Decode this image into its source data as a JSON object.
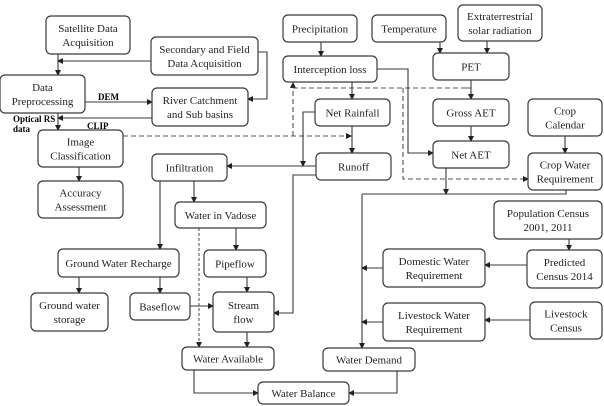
{
  "nodes": {
    "satellite": {
      "lines": [
        "Satellite Data",
        "Acquisition"
      ]
    },
    "secondary": {
      "lines": [
        "Secondary and Field",
        "Data Acquisition"
      ]
    },
    "preprocessing": {
      "lines": [
        "Data",
        "Preprocessing"
      ]
    },
    "river": {
      "lines": [
        "River Catchment",
        "and Sub basins"
      ]
    },
    "classification": {
      "lines": [
        "Image",
        "Classification"
      ]
    },
    "accuracy": {
      "lines": [
        "Accuracy",
        "Assessment"
      ]
    },
    "precipitation": {
      "lines": [
        "Precipitation"
      ]
    },
    "temperature": {
      "lines": [
        "Temperature"
      ]
    },
    "solar": {
      "lines": [
        "Extraterrestrial",
        "solar radiation"
      ]
    },
    "interception": {
      "lines": [
        "Interception loss"
      ]
    },
    "pet": {
      "lines": [
        "PET"
      ]
    },
    "net_rainfall": {
      "lines": [
        "Net Rainfall"
      ]
    },
    "gross_aet": {
      "lines": [
        "Gross AET"
      ]
    },
    "crop_calendar": {
      "lines": [
        "Crop",
        "Calendar"
      ]
    },
    "runoff": {
      "lines": [
        "Runoff"
      ]
    },
    "net_aet": {
      "lines": [
        "Net AET"
      ]
    },
    "crop_water": {
      "lines": [
        "Crop Water",
        "Requirement"
      ]
    },
    "infiltration": {
      "lines": [
        "Infiltration"
      ]
    },
    "vadose": {
      "lines": [
        "Water in Vadose"
      ]
    },
    "gw_recharge": {
      "lines": [
        "Ground Water Recharge"
      ]
    },
    "pipeflow": {
      "lines": [
        "Pipeflow"
      ]
    },
    "gw_storage": {
      "lines": [
        "Ground water",
        "storage"
      ]
    },
    "baseflow": {
      "lines": [
        "Baseflow"
      ]
    },
    "streamflow": {
      "lines": [
        "Stream",
        "flow"
      ]
    },
    "water_available": {
      "lines": [
        "Water Available"
      ]
    },
    "water_demand": {
      "lines": [
        "Water Demand"
      ]
    },
    "water_balance": {
      "lines": [
        "Water Balance"
      ]
    },
    "pop_census": {
      "lines": [
        "Population Census",
        "2001, 2011"
      ]
    },
    "predicted_census": {
      "lines": [
        "Predicted",
        "Census 2014"
      ]
    },
    "domestic": {
      "lines": [
        "Domestic Water",
        "Requirement"
      ]
    },
    "livestock_req": {
      "lines": [
        "Livestock Water",
        "Requirement"
      ]
    },
    "livestock_census": {
      "lines": [
        "Livestock",
        "Census"
      ]
    }
  },
  "edge_labels": {
    "dem": "DEM",
    "clip": "CLIP",
    "optical_1": "Optical RS",
    "optical_2": "data"
  }
}
